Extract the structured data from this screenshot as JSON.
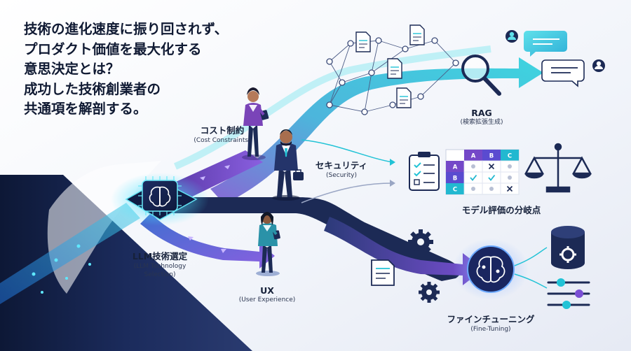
{
  "headline": {
    "lines": [
      "技術の進化速度に振り回されず、",
      "プロダクト価値を最大化する",
      "意思決定とは？",
      "成功した技術創業者の",
      "共通項を解剖する。"
    ]
  },
  "nodes": {
    "llm": {
      "label": "LLM技術選定",
      "sub_line1": "(LLM Technology",
      "sub_line2": "Selection)",
      "icon": "brain-chip-icon"
    },
    "cost": {
      "label": "コスト制約",
      "sub": "(Cost Constraints)"
    },
    "security": {
      "label": "セキュリティ",
      "sub": "(Security)"
    },
    "ux": {
      "label": "UX",
      "sub": "(User Experience)"
    },
    "rag": {
      "label": "RAG",
      "sub": "(検索拡張生成)",
      "icon": "magnifier-icon"
    },
    "eval": {
      "label": "モデル評価の分岐点",
      "icon": "balance-scale-icon"
    },
    "finetune": {
      "label": "ファインチューニング",
      "sub": "(Fine-Tuning)",
      "icon": "brain-icon"
    }
  },
  "matrix": {
    "columns": [
      "A",
      "B",
      "C"
    ],
    "rows": [
      "A",
      "B",
      "C"
    ],
    "cells": [
      [
        "dot",
        "x",
        "dot"
      ],
      [
        "check",
        "check",
        "dot"
      ],
      [
        "dot",
        "dot",
        "x"
      ]
    ]
  },
  "colors": {
    "accent_teal": "#22c3d6",
    "accent_purple": "#7448c8",
    "navy_path": "#1c2a55",
    "text_dark": "#101a33"
  }
}
